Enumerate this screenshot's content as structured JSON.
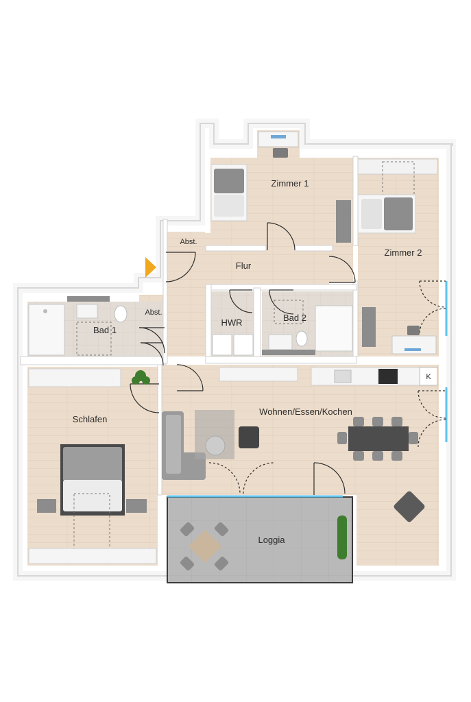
{
  "rooms": {
    "zimmer1": "Zimmer 1",
    "zimmer2": "Zimmer 2",
    "abst_top": "Abst.",
    "flur": "Flur",
    "abst_left": "Abst.",
    "bad1": "Bad 1",
    "hwr": "HWR",
    "bad2": "Bad 2",
    "schlafen": "Schlafen",
    "wohnen": "Wohnen/Essen/Kochen",
    "loggia": "Loggia"
  },
  "kitchen_marker": "K",
  "colors": {
    "wall": "#ffffff",
    "wall_edge": "#c9c9c9",
    "floor_wood": "#ecdccb",
    "floor_tile": "#e3dcd4",
    "loggia": "#b8b8b8",
    "window": "#5ec3ec",
    "entry_arrow": "#f2a81d",
    "plant": "#3f7d2e"
  }
}
